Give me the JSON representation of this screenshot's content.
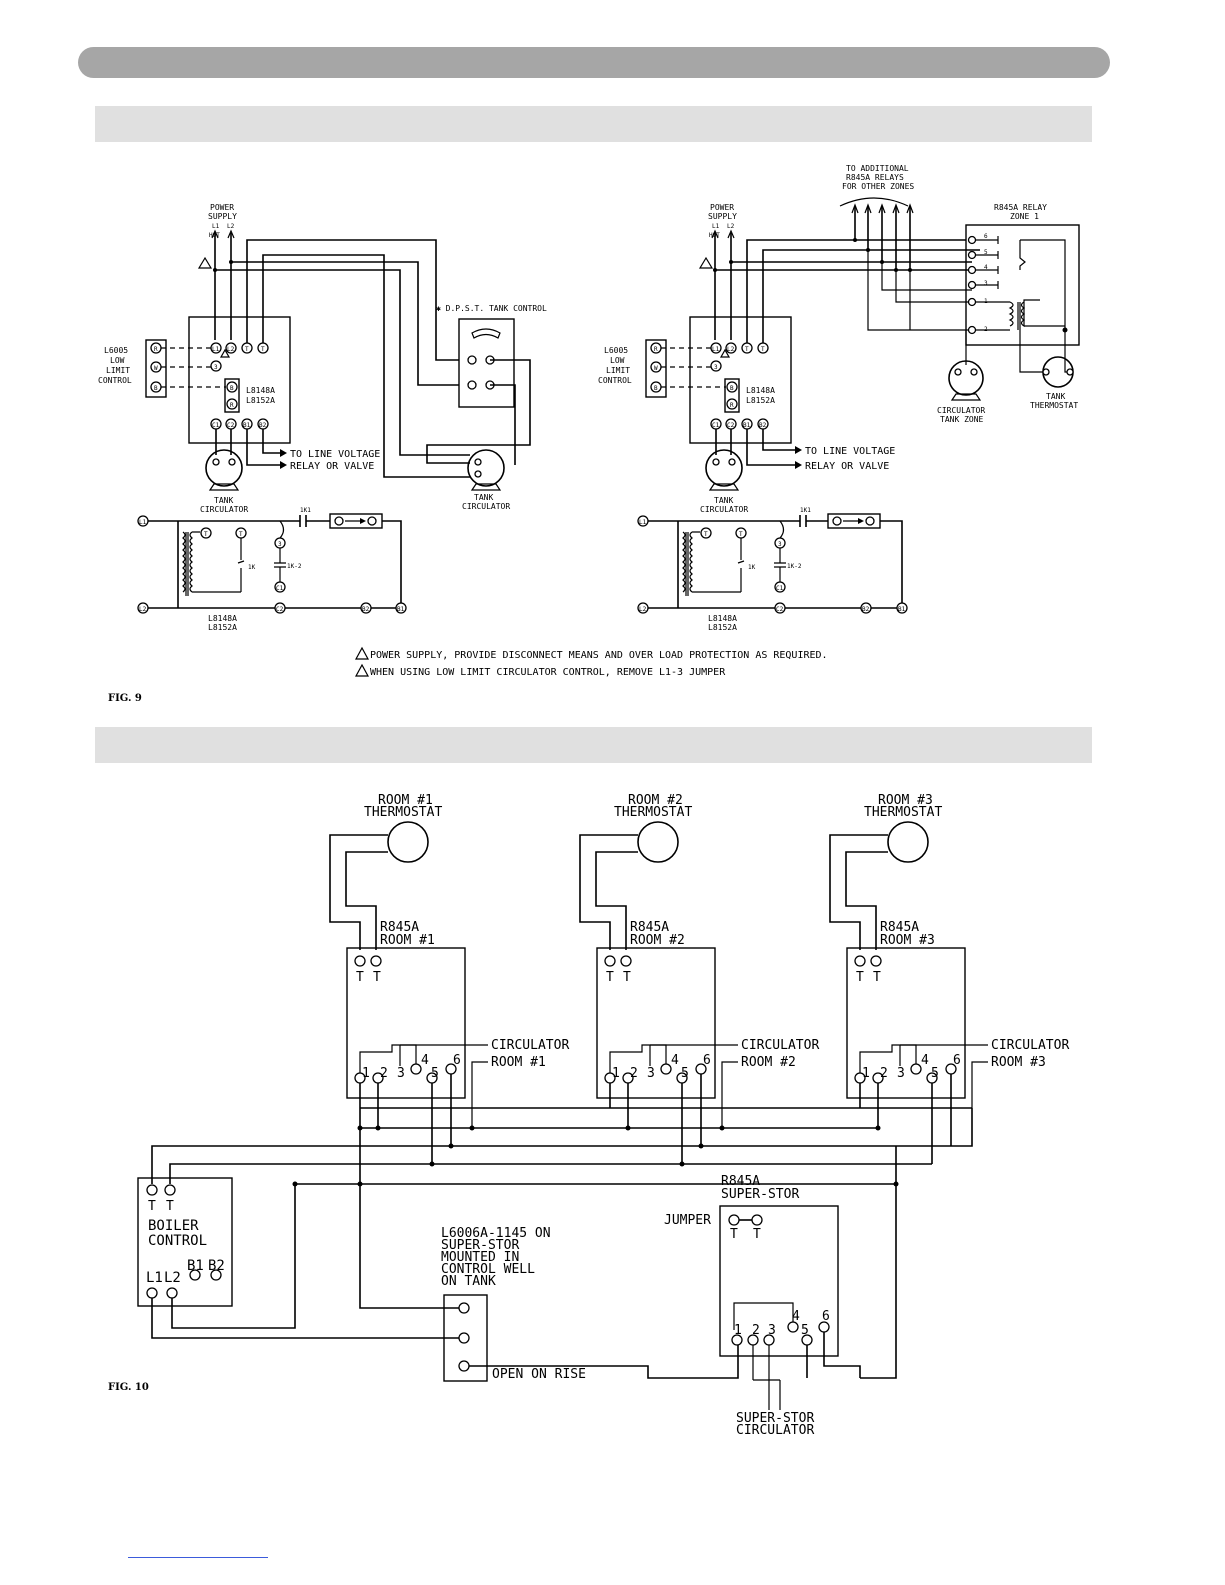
{
  "figures": {
    "fig9": {
      "label": "FIG. 9",
      "left": {
        "power_supply_1": "POWER",
        "power_supply_2": "SUPPLY",
        "l1": "L1",
        "l2": "L2",
        "hot": "HOT",
        "l6005_1": "L6005",
        "l6005_2": "LOW",
        "l6005_3": "LIMIT",
        "l6005_4": "CONTROL",
        "model_1": "L8148A",
        "model_2": "L8152A",
        "tank_control": "✱ D.P.S.T. TANK CONTROL",
        "to_line_voltage": "TO LINE VOLTAGE",
        "relay_or_valve": "RELAY OR VALVE",
        "tank_circ_1": "TANK",
        "tank_circ_2": "CIRCULATOR",
        "tank_circ_b_1": "TANK",
        "tank_circ_b_2": "CIRCULATOR",
        "ladder_model_1": "L8148A",
        "ladder_model_2": "L8152A"
      },
      "right": {
        "power_supply_1": "POWER",
        "power_supply_2": "SUPPLY",
        "l1": "L1",
        "l2": "L2",
        "hot": "HOT",
        "additional_1": "TO ADDITIONAL",
        "additional_2": "R845A RELAYS",
        "additional_3": "FOR OTHER ZONES",
        "relay_1": "R845A RELAY",
        "relay_2": "ZONE 1",
        "l6005_1": "L6005",
        "l6005_2": "LOW",
        "l6005_3": "LIMIT",
        "l6005_4": "CONTROL",
        "model_1": "L8148A",
        "model_2": "L8152A",
        "to_line_voltage": "TO LINE VOLTAGE",
        "relay_or_valve": "RELAY OR VALVE",
        "tank_circ_1": "TANK",
        "tank_circ_2": "CIRCULATOR",
        "circ_zone_1": "CIRCULATOR",
        "circ_zone_2": "TANK ZONE",
        "tank_thermo_1": "TANK",
        "tank_thermo_2": "THERMOSTAT",
        "ladder_model_1": "L8148A",
        "ladder_model_2": "L8152A"
      },
      "terminals": {
        "L1": "L1",
        "L2": "L2",
        "T": "T",
        "R": "R",
        "W": "W",
        "B": "B",
        "three": "3",
        "C1": "C1",
        "C2": "C2",
        "B1": "B1",
        "B2": "B2",
        "oneK": "1K",
        "oneK1": "1K1",
        "oneK2": "1K-2"
      },
      "notes": {
        "note1": "POWER SUPPLY, PROVIDE DISCONNECT MEANS AND OVER LOAD PROTECTION AS REQUIRED.",
        "note2": "WHEN USING LOW LIMIT CIRCULATOR CONTROL, REMOVE L1-3 JUMPER"
      }
    },
    "fig10": {
      "label": "FIG. 10",
      "rooms": [
        {
          "thermostat_1": "ROOM #1",
          "thermostat_2": "THERMOSTAT",
          "relay_1": "R845A",
          "relay_2": "ROOM #1",
          "circulator": "CIRCULATOR",
          "circ_room": "ROOM #1"
        },
        {
          "thermostat_1": "ROOM #2",
          "thermostat_2": "THERMOSTAT",
          "relay_1": "R845A",
          "relay_2": "ROOM #2",
          "circulator": "CIRCULATOR",
          "circ_room": "ROOM #2"
        },
        {
          "thermostat_1": "ROOM #3",
          "thermostat_2": "THERMOSTAT",
          "relay_1": "R845A",
          "relay_2": "ROOM #3",
          "circulator": "CIRCULATOR",
          "circ_room": "ROOM #3"
        }
      ],
      "terminal_t": "T",
      "terminal_numbers": [
        "1",
        "2",
        "3",
        "4",
        "5",
        "6"
      ],
      "boiler_1": "BOILER",
      "boiler_2": "CONTROL",
      "boiler_l1": "L1",
      "boiler_l2": "L2",
      "boiler_b1": "B1",
      "boiler_b2": "B2",
      "l6006_1": "L6006A-1145 ON",
      "l6006_2": "SUPER-STOR",
      "l6006_3": "MOUNTED IN",
      "l6006_4": "CONTROL WELL",
      "l6006_5": "ON TANK",
      "open_on_rise": "OPEN ON RISE",
      "superstor_1": "R845A",
      "superstor_2": "SUPER-STOR",
      "jumper": "JUMPER",
      "ss_circ_1": "SUPER-STOR",
      "ss_circ_2": "CIRCULATOR"
    }
  }
}
